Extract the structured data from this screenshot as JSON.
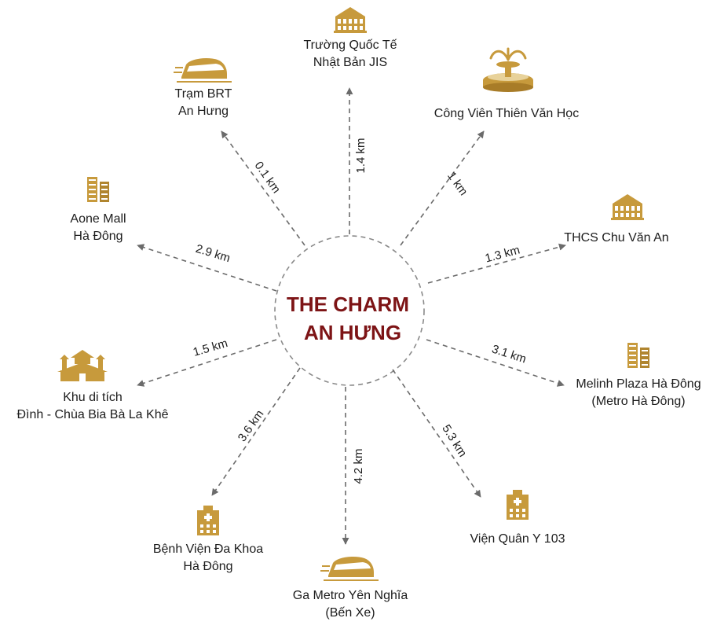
{
  "center": {
    "line1": "THE CHARM",
    "line2": "AN HƯNG"
  },
  "colors": {
    "title": "#7d1416",
    "icon": "#c79a3c",
    "line": "#6b6b6b",
    "text": "#1c1c1c"
  },
  "destinations": [
    {
      "id": "jis",
      "icon": "school-building-icon",
      "name_lines": [
        "Trường Quốc Tế",
        "Nhật Bản JIS"
      ],
      "distance": "1.4 km"
    },
    {
      "id": "park",
      "icon": "fountain-icon",
      "name_lines": [
        "Công Viên Thiên Văn Học"
      ],
      "distance": "1 km"
    },
    {
      "id": "thcs",
      "icon": "school-building-icon",
      "name_lines": [
        "THCS Chu Văn An"
      ],
      "distance": "1.3 km"
    },
    {
      "id": "melinh",
      "icon": "office-towers-icon",
      "name_lines": [
        "Melinh Plaza Hà Đông",
        "(Metro Hà Đông)"
      ],
      "distance": "3.1 km"
    },
    {
      "id": "vien",
      "icon": "hospital-icon",
      "name_lines": [
        "Viện Quân Y 103"
      ],
      "distance": "5.3 km"
    },
    {
      "id": "metro",
      "icon": "train-icon",
      "name_lines": [
        "Ga Metro Yên Nghĩa",
        "(Bến Xe)"
      ],
      "distance": "4.2 km"
    },
    {
      "id": "benhvien",
      "icon": "hospital-icon",
      "name_lines": [
        "Bệnh Viện Đa Khoa",
        "Hà Đông"
      ],
      "distance": "3.6 km"
    },
    {
      "id": "khudi",
      "icon": "pagoda-icon",
      "name_lines": [
        "Khu di tích",
        "Đình - Chùa Bia Bà La Khê"
      ],
      "distance": "1.5 km"
    },
    {
      "id": "aone",
      "icon": "office-towers-icon",
      "name_lines": [
        "Aone Mall",
        "Hà Đông"
      ],
      "distance": "2.9 km"
    },
    {
      "id": "brt",
      "icon": "train-icon",
      "name_lines": [
        "Trạm BRT",
        "An Hưng"
      ],
      "distance": "0.1 km"
    }
  ]
}
